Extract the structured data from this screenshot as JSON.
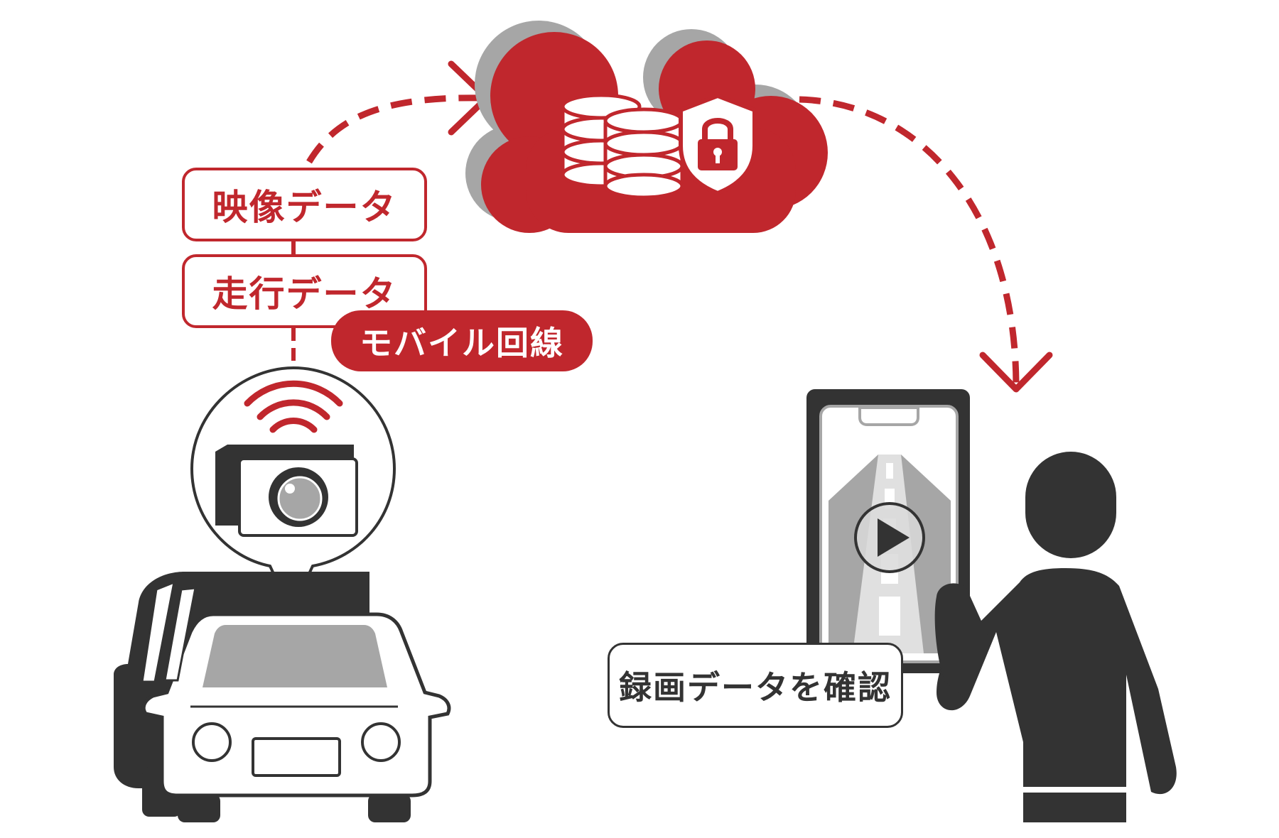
{
  "labels": {
    "video_data": "映像データ",
    "driving_data": "走行データ",
    "mobile_line": "モバイル回線",
    "check_recording": "録画データを確認"
  },
  "icons": [
    "cloud-icon",
    "database-icon",
    "shield-lock-icon",
    "wifi-icon",
    "camera-icon",
    "car-icon",
    "smartphone-icon",
    "play-icon",
    "person-icon"
  ],
  "colors": {
    "accent_red": "#c0272d",
    "dark": "#333333",
    "gray": "#a6a6a6",
    "light_gray": "#cccccc"
  }
}
